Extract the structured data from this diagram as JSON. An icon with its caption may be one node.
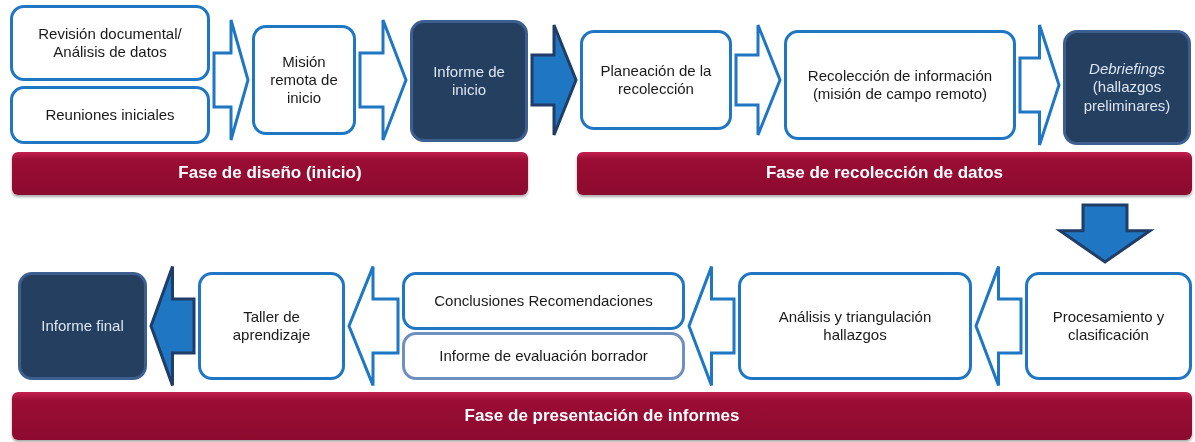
{
  "diagram": {
    "nodes": [
      {
        "text": [
          "Revisión documental/ Análisis de datos"
        ]
      },
      {
        "text": [
          "Reuniones iniciales"
        ]
      },
      {
        "text": [
          "Misión remota de inicio"
        ]
      },
      {
        "text": [
          "Informe de inicio"
        ]
      },
      {
        "text": [
          "Planeación de la recolección"
        ]
      },
      {
        "text": [
          "Recolección de información (misión de campo remoto)"
        ]
      },
      {
        "text": [
          "*Debriefings* (hallazgos preliminares)"
        ]
      },
      {
        "text": [
          "Fase de diseño (inicio)"
        ]
      },
      {
        "text": [
          "Fase de recolección de datos"
        ]
      },
      {
        "text": [
          "Procesamiento y clasificación"
        ]
      },
      {
        "text": [
          "Análisis y triangulación hallazgos"
        ]
      },
      {
        "text": [
          "Conclusiones Recomendaciones"
        ]
      },
      {
        "text": [
          "Informe de evaluación borrador"
        ]
      },
      {
        "text": [
          "Taller de aprendizaje"
        ]
      },
      {
        "text": [
          "Informe final"
        ]
      },
      {
        "text": [
          "Fase de presentación de informes"
        ]
      }
    ],
    "edges": [
      {
        "from": 0,
        "to": 2,
        "arrow": "to"
      },
      {
        "from": 1,
        "to": 2,
        "arrow": "to"
      },
      {
        "from": 2,
        "to": 3,
        "arrow": "to"
      },
      {
        "from": 3,
        "to": 4,
        "arrow": "to",
        "color": "#1f77c4"
      },
      {
        "from": 4,
        "to": 5,
        "arrow": "to"
      },
      {
        "from": 5,
        "to": 6,
        "arrow": "to"
      },
      {
        "from": 6,
        "to": 9,
        "arrow": "to",
        "color": "#1f77c4"
      },
      {
        "from": 9,
        "to": 10,
        "arrow": "to"
      },
      {
        "from": 10,
        "to": 11,
        "arrow": "to"
      },
      {
        "from": 10,
        "to": 12,
        "arrow": "to"
      },
      {
        "from": 11,
        "to": 13,
        "arrow": "to"
      },
      {
        "from": 12,
        "to": 13,
        "arrow": "to"
      },
      {
        "from": 13,
        "to": 14,
        "arrow": "to",
        "color": "#1f77c4"
      }
    ]
  }
}
